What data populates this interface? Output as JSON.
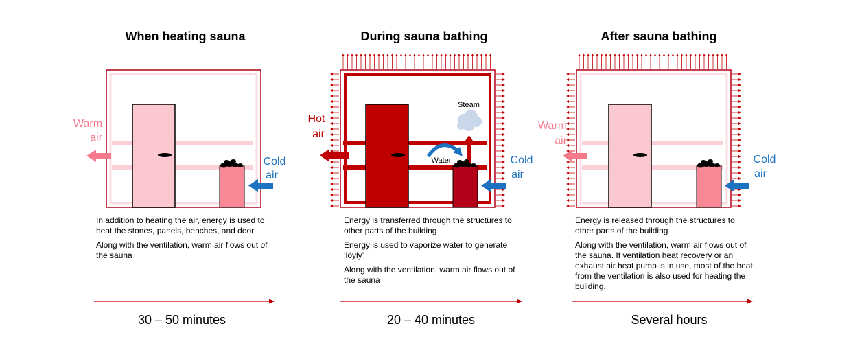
{
  "panels": [
    {
      "title": "When heating sauna",
      "labels": {
        "warm_air_1": "Warm",
        "warm_air_2": "air",
        "cold_air_1": "Cold",
        "cold_air_2": "air"
      },
      "description": [
        "In addition to heating the air, energy is used to heat the stones, panels, benches, and door",
        "Along with the ventilation, warm air flows out of the sauna"
      ],
      "duration": "30 – 50 minutes"
    },
    {
      "title": "During sauna bathing",
      "labels": {
        "hot_air_1": "Hot",
        "hot_air_2": "air",
        "cold_air_1": "Cold",
        "cold_air_2": "air",
        "steam": "Steam",
        "water": "Water"
      },
      "description": [
        "Energy is transferred through the structures to other parts of the building",
        "Energy is used to vaporize water to generate ‘löyly’",
        "Along with the ventilation, warm air flows out of the sauna"
      ],
      "duration": "20 – 40 minutes"
    },
    {
      "title": "After sauna bathing",
      "labels": {
        "warm_air_1": "Warm",
        "warm_air_2": "air",
        "cold_air_1": "Cold",
        "cold_air_2": "air"
      },
      "description": [
        "Energy is released through the structures to other parts of the building",
        "Along with the ventilation, warm air flows out of the sauna. If ventilation heat recovery or an exhaust air heat pump is in use, most of the heat from the ventilation is also used for heating the building."
      ],
      "duration": "Several hours"
    }
  ],
  "colors": {
    "dark_red": "#c00000",
    "mid_red": "#b40018",
    "light_pink": "#fcc8d0",
    "pale_pink": "#f9d0d6",
    "pink_stove": "#f98896",
    "warm_label": "#f47a8c",
    "blue": "#1b72c0",
    "steam": "#c8d8ea"
  }
}
